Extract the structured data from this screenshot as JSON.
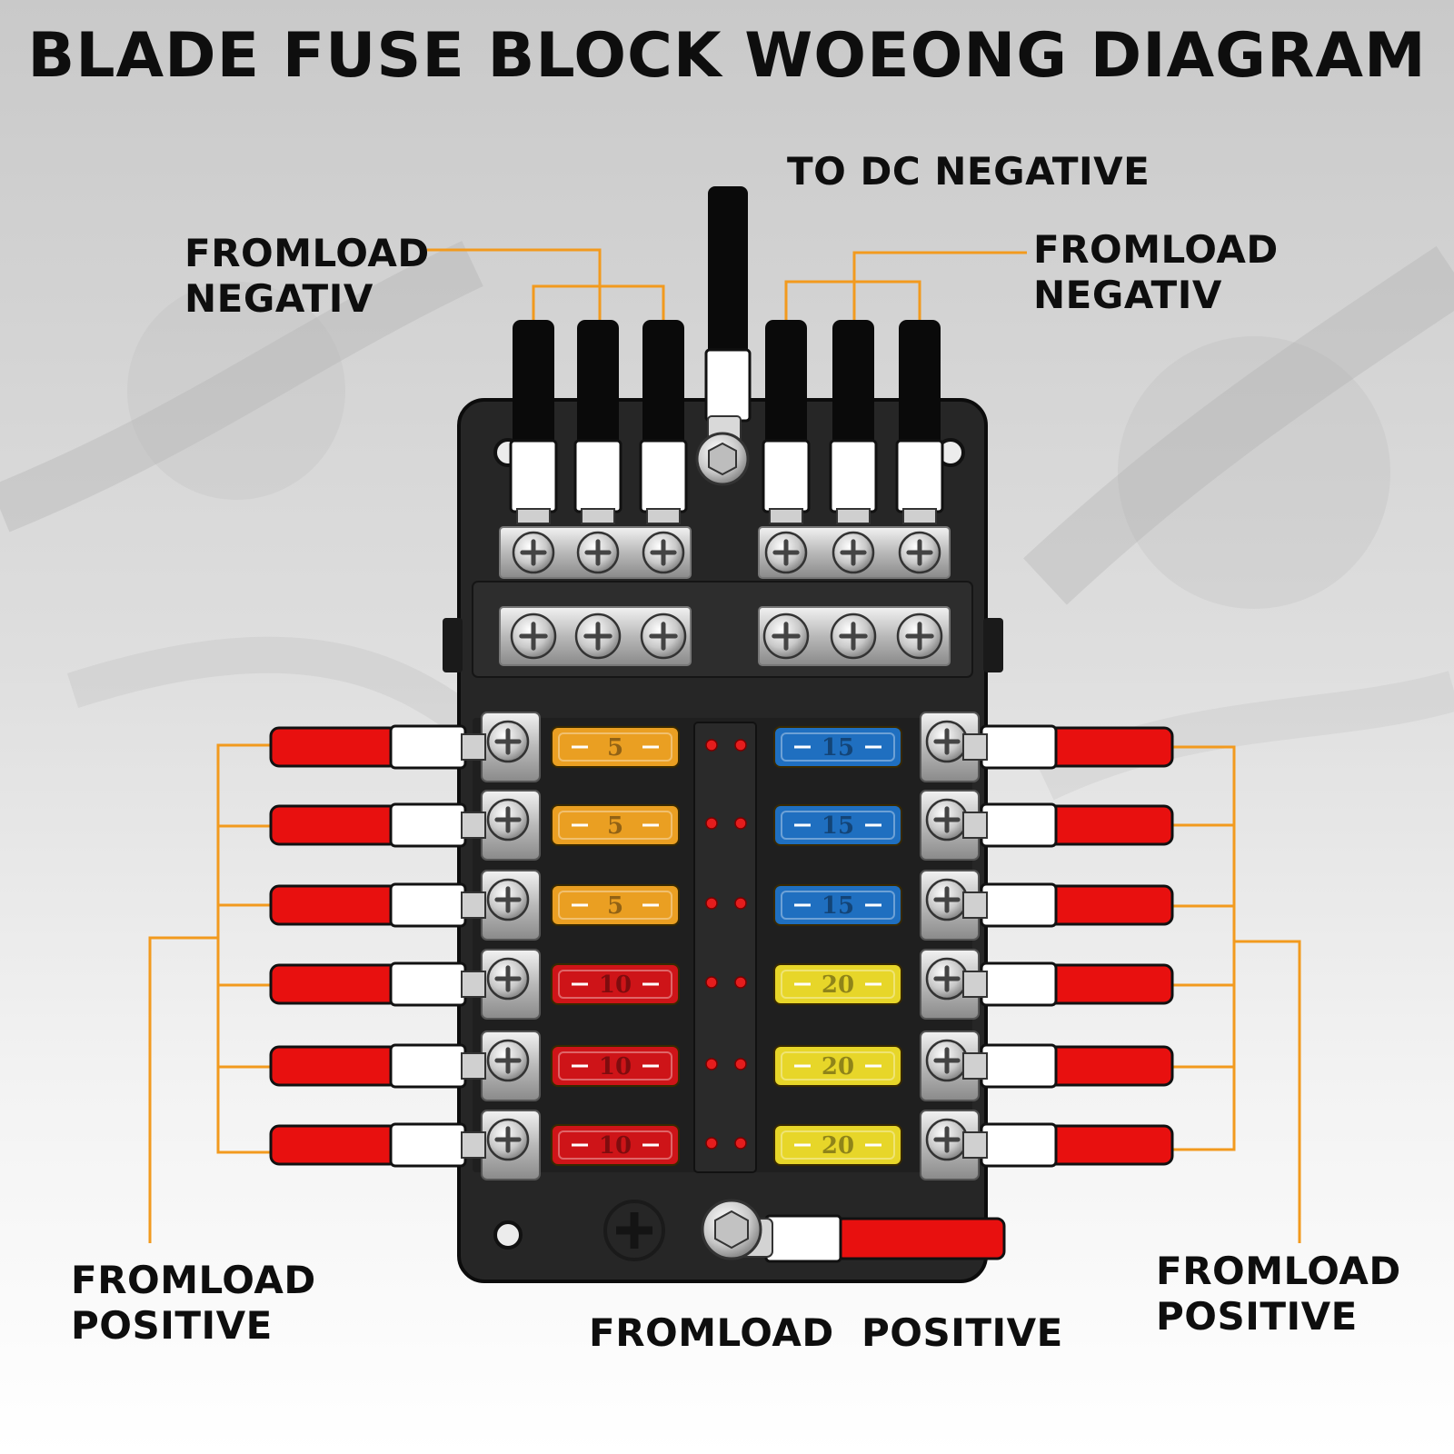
{
  "title": "BLADE FUSE BLOCK WOEONG DIAGRAM",
  "labels": {
    "to_dc_negative": "TO DC NEGATIVE",
    "negative_left": [
      "FROMLOAD",
      "NEGATIV"
    ],
    "negative_right": [
      "FROMLOAD",
      "NEGATIV"
    ],
    "positive_left": [
      "FROMLOAD",
      "POSITIVE"
    ],
    "positive_right": [
      "FROMLOAD",
      "POSITIVE"
    ],
    "positive_bottom": "FROMLOAD  POSITIVE"
  },
  "fuses": {
    "left": [
      {
        "rating": "5",
        "color": "#f5a623"
      },
      {
        "rating": "5",
        "color": "#f5a623"
      },
      {
        "rating": "5",
        "color": "#f5a623"
      },
      {
        "rating": "10",
        "color": "#d81418"
      },
      {
        "rating": "10",
        "color": "#d81418"
      },
      {
        "rating": "10",
        "color": "#d81418"
      }
    ],
    "right": [
      {
        "rating": "15",
        "color": "#1f74c9"
      },
      {
        "rating": "15",
        "color": "#1f74c9"
      },
      {
        "rating": "15",
        "color": "#1f74c9"
      },
      {
        "rating": "20",
        "color": "#f2e02a"
      },
      {
        "rating": "20",
        "color": "#f2e02a"
      },
      {
        "rating": "20",
        "color": "#f2e02a"
      }
    ]
  },
  "colors": {
    "leader_line": "#f29a1e",
    "positive_wire": "#e8100f",
    "negative_wire": "#0a0a0a",
    "block_body": "#262626",
    "indicator_led": "#e51d1d"
  }
}
